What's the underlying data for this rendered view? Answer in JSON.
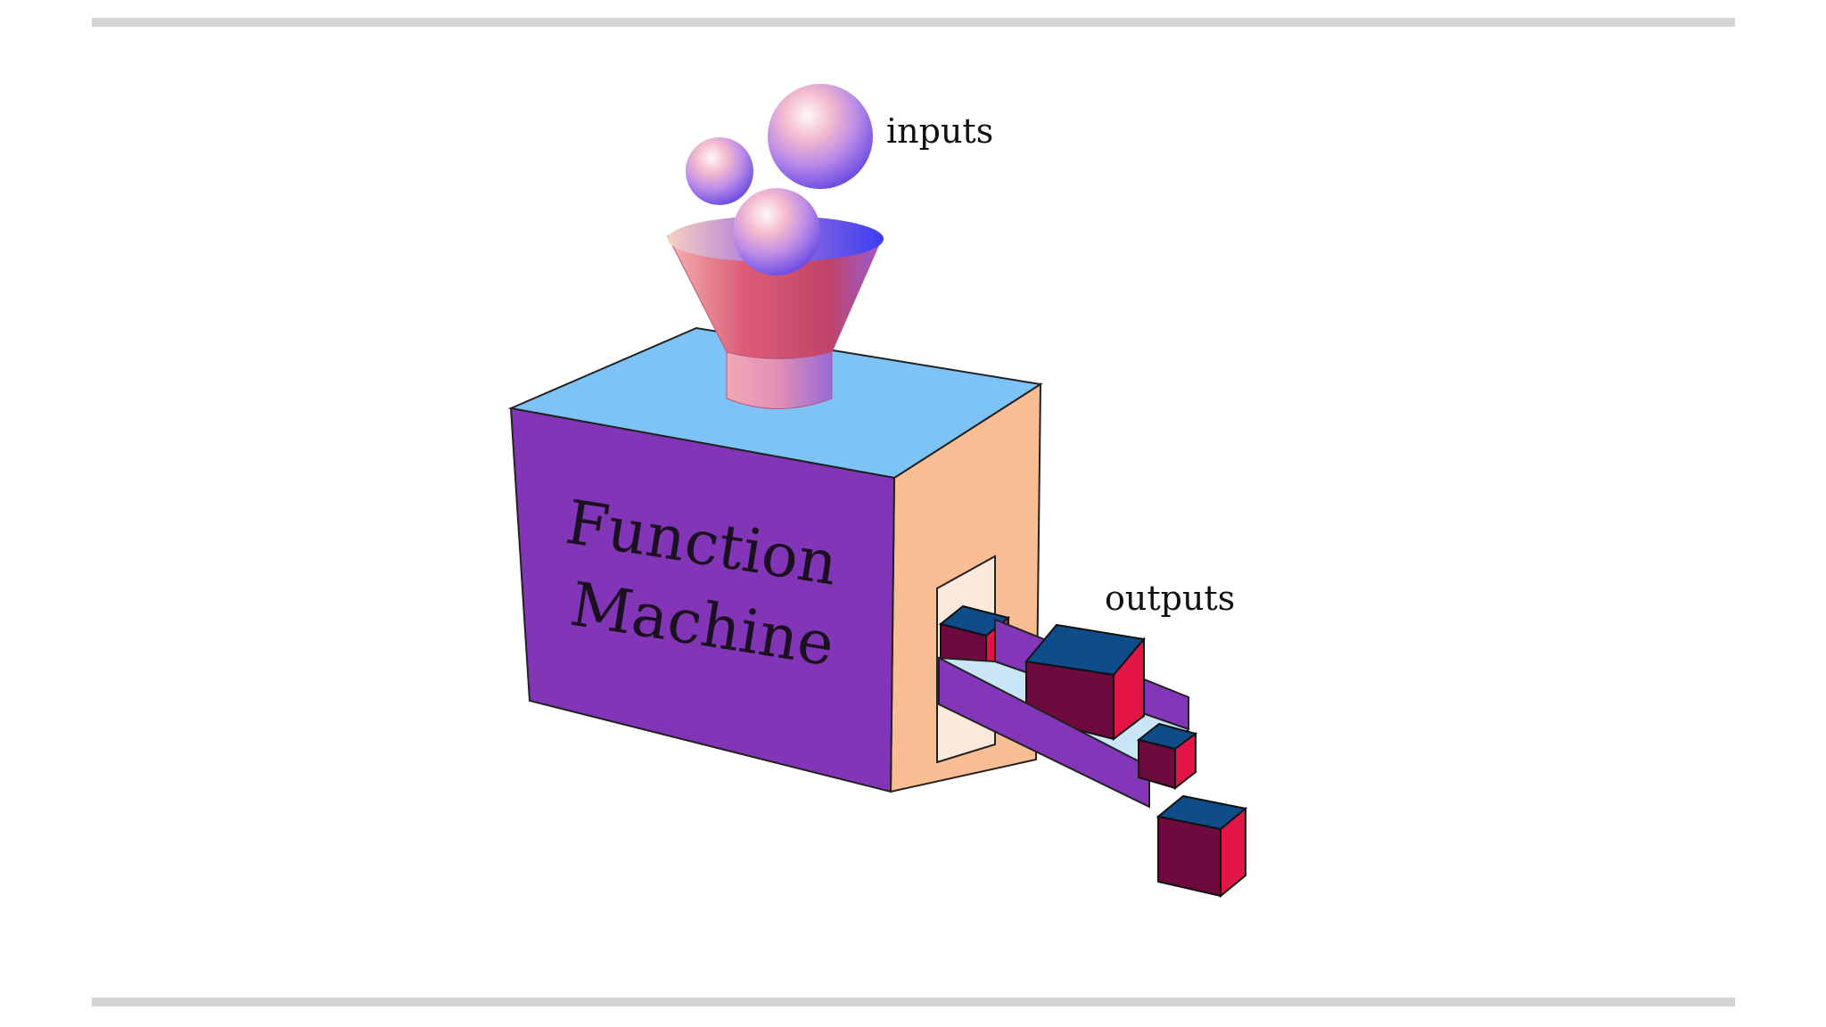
{
  "diagram": {
    "machine_label_line1": "Function",
    "machine_label_line2": "Machine",
    "inputs_label": "inputs",
    "outputs_label": "outputs",
    "input_shape": "sphere",
    "output_shape": "cube",
    "input_count": 3,
    "output_count": 4
  },
  "colors": {
    "machine_front": "#8235B6",
    "machine_top": "#7EC3F6",
    "machine_side": "#F9BD93",
    "chute": "#8436B8",
    "funnel_outer": "#D45A7A",
    "funnel_inner": "#5B4BE8",
    "cube_top": "#0F4C8A",
    "cube_front": "#6E0A3E",
    "cube_side": "#E21546",
    "rule": "#D4D4D4"
  }
}
